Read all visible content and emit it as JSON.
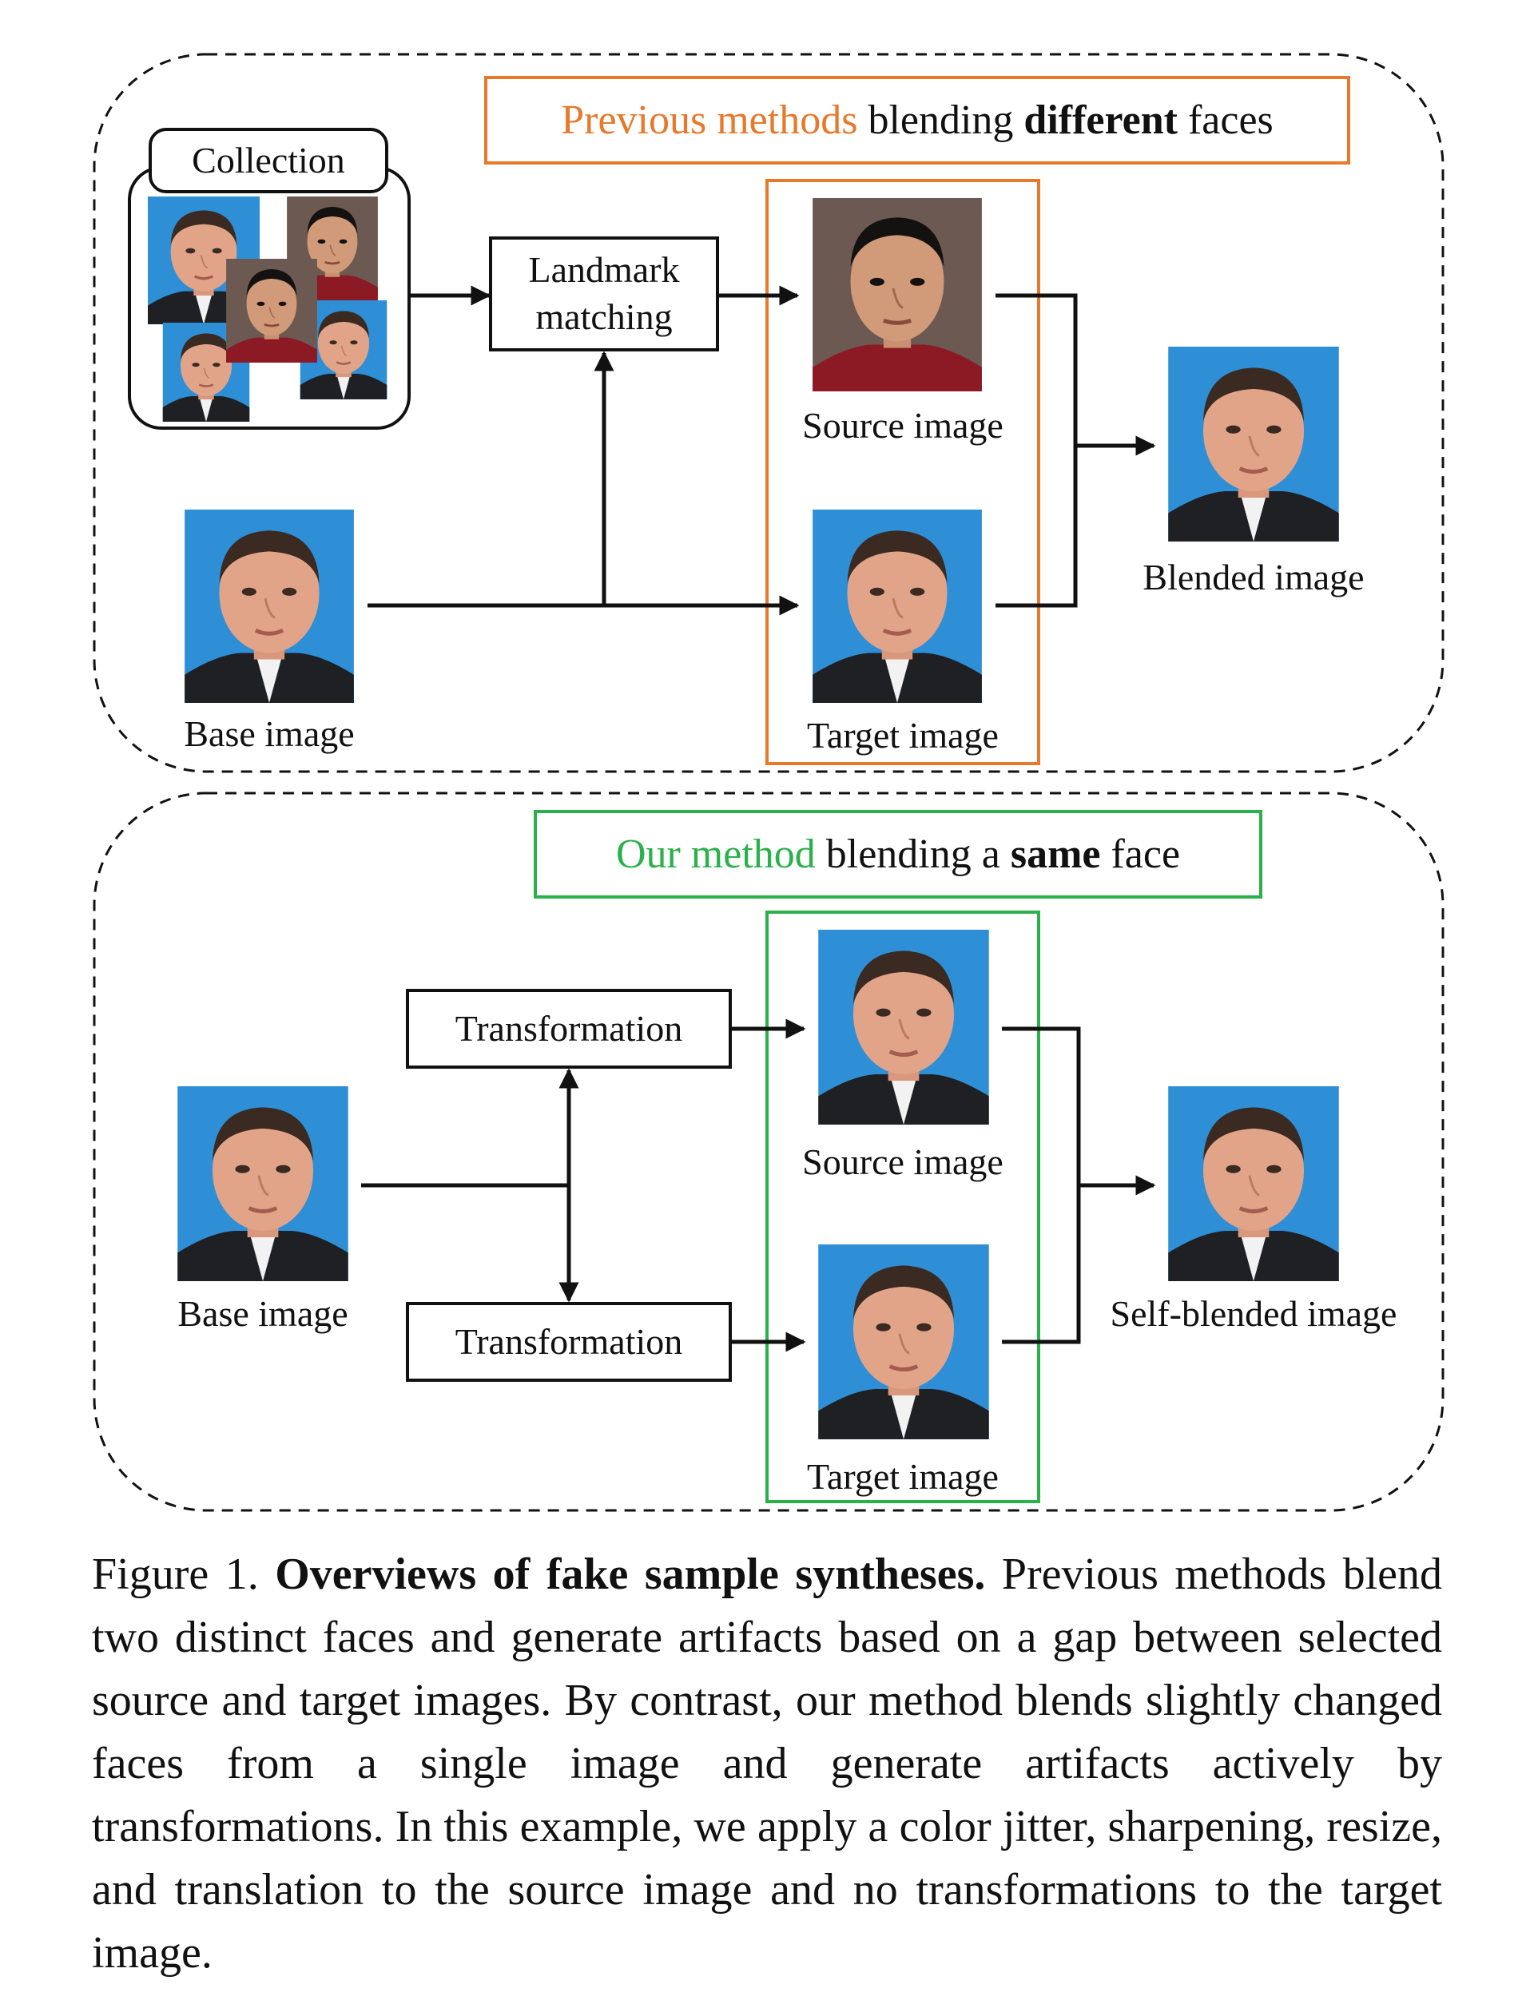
{
  "colors": {
    "previous_accent": "#e8782a",
    "ours_accent": "#2bb14a",
    "line": "#111111",
    "photo_bg": "#2e8fd6",
    "skin": "#e2a488",
    "hair": "#3a2a22",
    "suit": "#1e2024"
  },
  "top_panel": {
    "heading": {
      "colored": "Previous methods",
      "middle": "blending",
      "bold": "different",
      "tail": "faces"
    },
    "collection_label": "Collection",
    "landmark_label_line1": "Landmark",
    "landmark_label_line2": "matching",
    "source_label": "Source image",
    "target_label": "Target image",
    "blended_label": "Blended image",
    "base_label": "Base image"
  },
  "bottom_panel": {
    "heading": {
      "colored": "Our method",
      "middle": "blending a",
      "bold": "same",
      "tail": "face"
    },
    "transform_top_label": "Transformation",
    "transform_bottom_label": "Transformation",
    "source_label": "Source image",
    "target_label": "Target image",
    "blended_label": "Self-blended image",
    "base_label": "Base image"
  },
  "caption": {
    "prefix": "Figure 1.",
    "title": "Overviews of fake sample syntheses.",
    "body": "Previous methods blend two distinct faces and generate artifacts based on a gap between selected source and target images. By contrast, our method blends slightly changed faces from a single image and generate artifacts actively by transformations. In this example, we apply a color jitter, sharpening, resize, and translation to the source image and no transformations to the target image."
  }
}
